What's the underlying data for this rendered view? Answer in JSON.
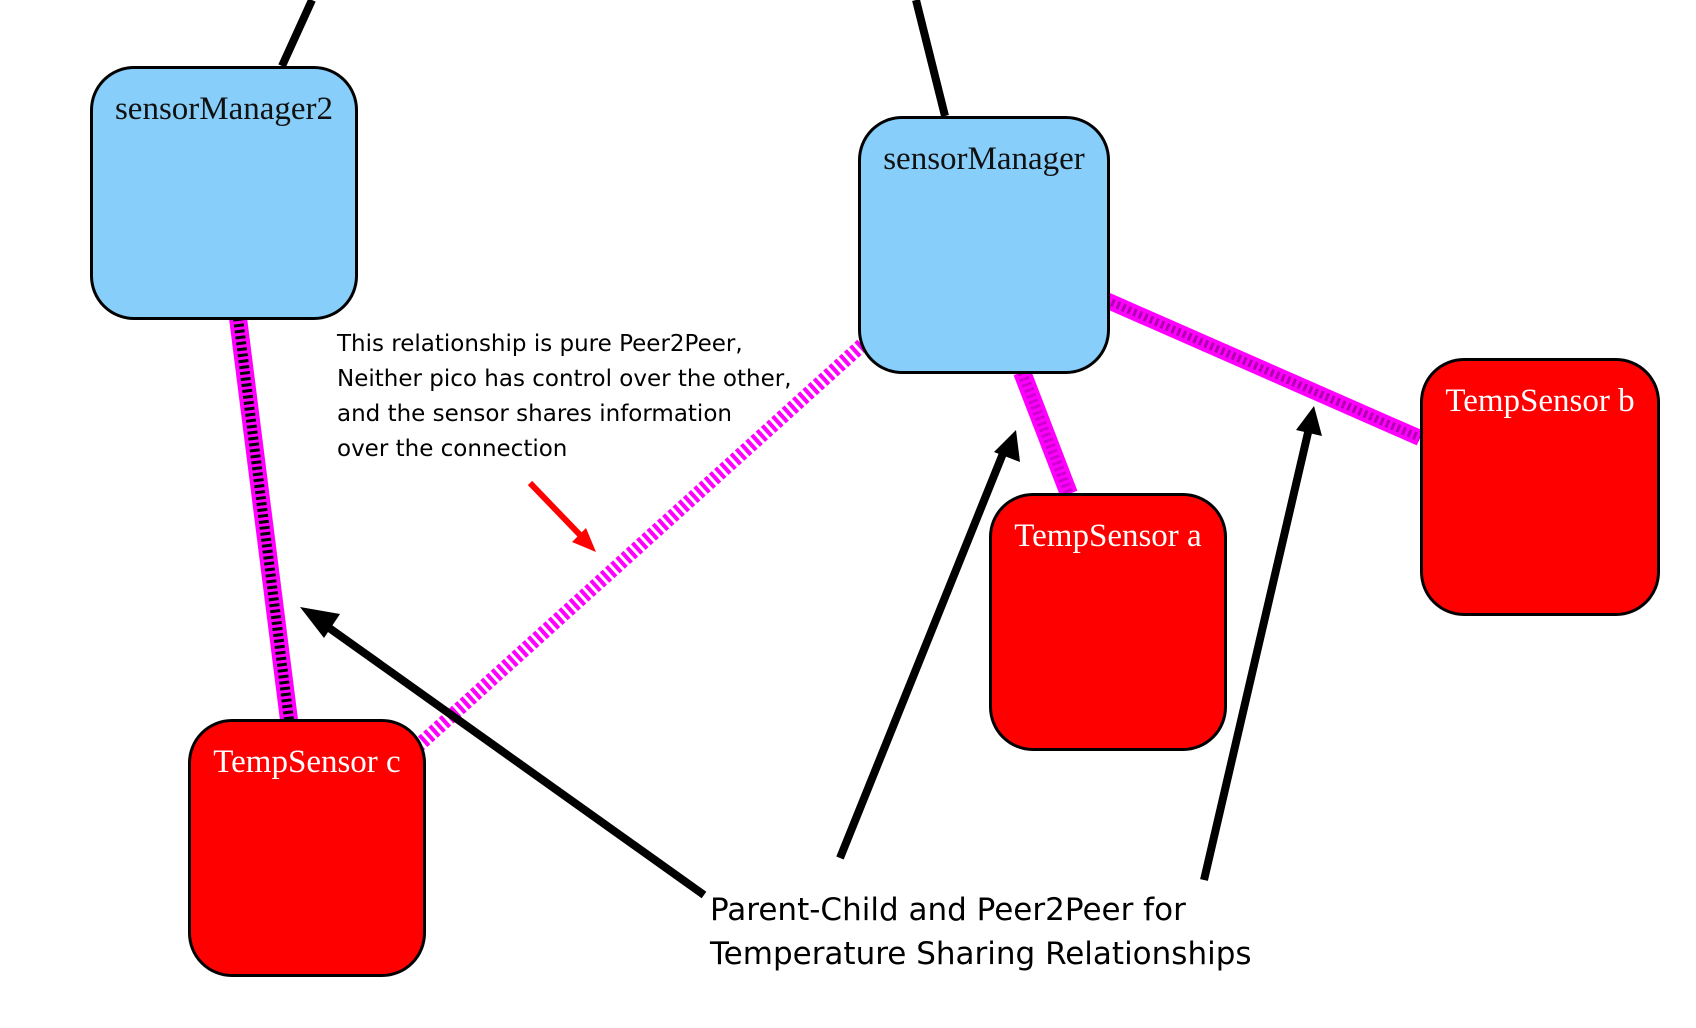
{
  "colors": {
    "manager_fill": "#87cefa",
    "sensor_fill": "#ff0000",
    "peer_edge": "#ff00ff",
    "parent_edge": "#000000",
    "callout_arrow_red": "#ff0000",
    "callout_arrow_black": "#000000"
  },
  "nodes": {
    "sensor_manager_2": {
      "label": "sensorManager2"
    },
    "sensor_manager": {
      "label": "sensorManager"
    },
    "temp_sensor_a": {
      "label": "TempSensor a"
    },
    "temp_sensor_b": {
      "label": "TempSensor b"
    },
    "temp_sensor_c": {
      "label": "TempSensor c"
    }
  },
  "edges": [
    {
      "from": "upstream",
      "to": "sensorManager2",
      "style": "parent-child"
    },
    {
      "from": "upstream",
      "to": "sensorManager",
      "style": "parent-child"
    },
    {
      "from": "sensorManager2",
      "to": "TempSensor c",
      "style": "parent-child+peer"
    },
    {
      "from": "sensorManager",
      "to": "TempSensor a",
      "style": "parent-child+peer"
    },
    {
      "from": "sensorManager",
      "to": "TempSensor b",
      "style": "parent-child+peer"
    },
    {
      "from": "sensorManager",
      "to": "TempSensor c",
      "style": "peer"
    }
  ],
  "annotations": {
    "peer_note": "This relationship is pure Peer2Peer,\nNeither pico has control over the other,\nand the sensor shares information\nover the connection",
    "relationship_caption": "Parent-Child and Peer2Peer for\nTemperature Sharing Relationships"
  }
}
